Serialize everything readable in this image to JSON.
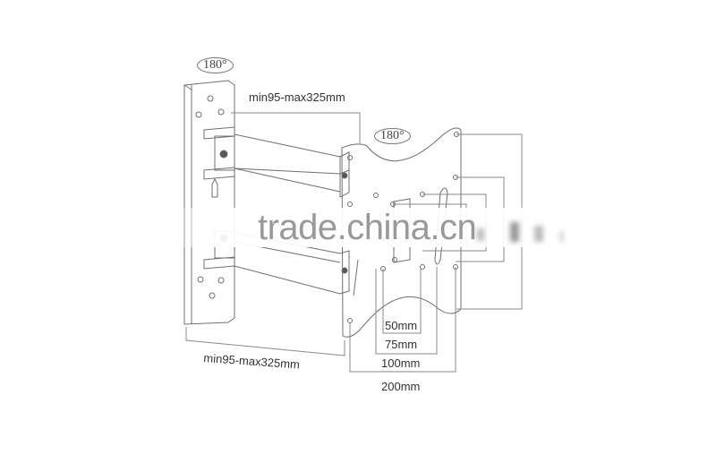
{
  "diagram": {
    "subject": "swivel TV wall mount bracket technical drawing",
    "rotation_labels": {
      "wall_plate": "180°",
      "tv_plate": "180°"
    },
    "dimensions": {
      "arm_extension_top": "min95-max325mm",
      "arm_extension_bottom": "min95-max325mm",
      "vesa": [
        "50mm",
        "75mm",
        "100mm",
        "200mm"
      ]
    },
    "watermark": "trade.china.cn",
    "colors": {
      "line": "#6f6f6f",
      "text": "#333333",
      "watermark": "#999999"
    }
  }
}
